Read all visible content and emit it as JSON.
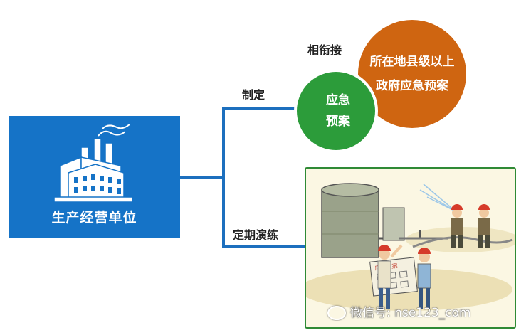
{
  "unit": {
    "label": "生产经营单位"
  },
  "connectors": {
    "top_label": "制定",
    "bottom_label": "定期演练",
    "link_label": "相衔接"
  },
  "plans": {
    "unit_plan": [
      "应急",
      "预案"
    ],
    "gov_plan": [
      "所在地县级以上",
      "政府应急预案"
    ]
  },
  "scene": {
    "sign_text": "应急预案"
  },
  "watermark": {
    "text": "微信号: nse123_com"
  },
  "colors": {
    "unit_blue": "#1573c7",
    "plan_green": "#2c9c3a",
    "gov_orange": "#cf6511",
    "frame_green": "#2f8a35"
  }
}
